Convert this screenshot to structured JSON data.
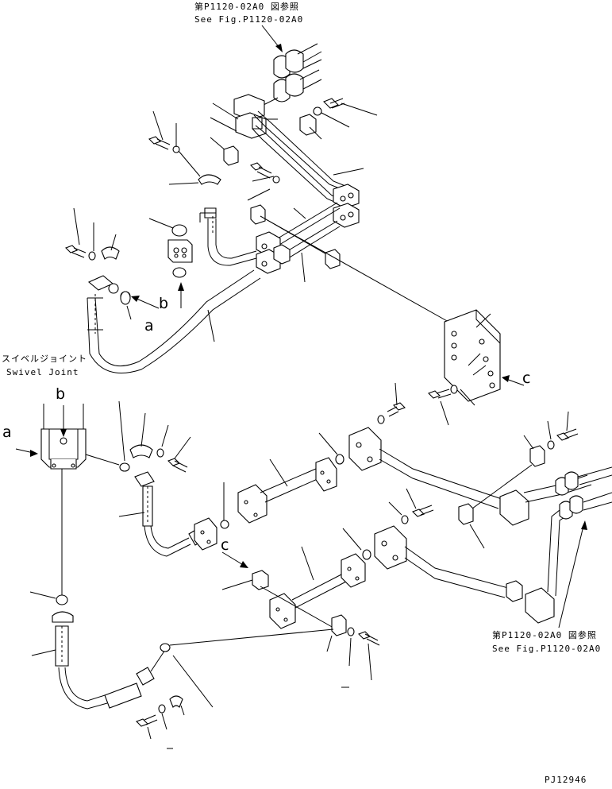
{
  "refs": {
    "top_ja": "第P1120-02A0 図参照",
    "top_en": "See Fig.P1120-02A0",
    "right_ja": "第P1120-02A0 図参照",
    "right_en": "See Fig.P1120-02A0"
  },
  "swivel_joint": {
    "ja": "スイベルジョイント",
    "en": "Swivel Joint"
  },
  "markers": {
    "a": "a",
    "b": "b",
    "c": "c"
  },
  "drawing_number": "PJ12946"
}
